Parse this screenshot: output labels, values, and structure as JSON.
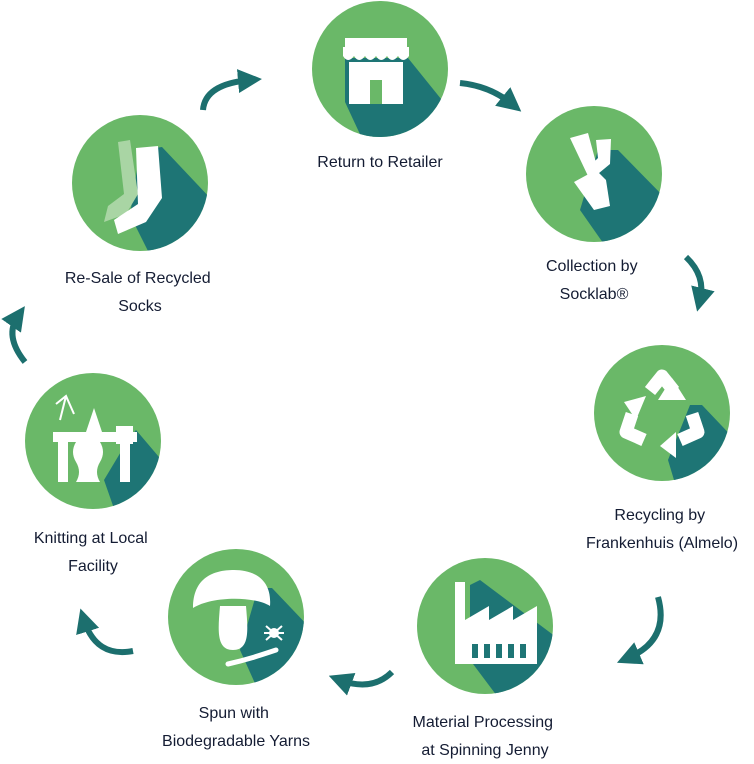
{
  "colors": {
    "circle_green": "#6ab868",
    "shadow_teal": "#1e7575",
    "arrow_teal": "#1c6f6e",
    "icon_white": "#ffffff",
    "text": "#141c33"
  },
  "steps": [
    {
      "icon": "storefront-icon",
      "lines": [
        "Return to Retailer"
      ]
    },
    {
      "icon": "sock-collection-icon",
      "lines": [
        "Collection by",
        "Socklab®"
      ]
    },
    {
      "icon": "recycle-icon",
      "lines": [
        "Recycling by",
        "Frankenhuis (Almelo)"
      ]
    },
    {
      "icon": "factory-icon",
      "lines": [
        "Material Processing",
        "at Spinning Jenny"
      ]
    },
    {
      "icon": "mushroom-mycelium-icon",
      "lines": [
        "Spun with",
        "Biodegradable Yarns"
      ]
    },
    {
      "icon": "knitting-machine-icon",
      "lines": [
        "Knitting at Local",
        "Facility"
      ]
    },
    {
      "icon": "socks-icon",
      "lines": [
        "Re-Sale of Recycled",
        "Socks"
      ]
    }
  ]
}
